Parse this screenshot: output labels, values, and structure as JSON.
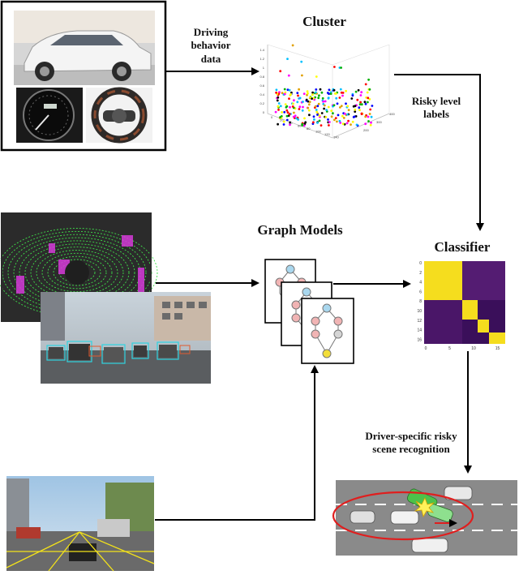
{
  "labels": {
    "cluster": "Cluster",
    "graph_models": "Graph Models",
    "classifier": "Classifier",
    "driving_behavior_data": [
      "Driving",
      "behavior",
      "data"
    ],
    "risky_level_labels": [
      "Risky level",
      "labels"
    ],
    "driver_specific": [
      "Driver-specific risky",
      "scene recognition"
    ]
  },
  "scatter_ticks": {
    "z": [
      "0",
      "0.2",
      "0.4",
      "0.6",
      "0.8",
      "1",
      "1.2",
      "1.4"
    ],
    "y": [
      "200",
      "300",
      "400"
    ],
    "x": [
      "0",
      "20",
      "40",
      "60",
      "80",
      "100",
      "120",
      "140"
    ]
  },
  "matrix_ticks": {
    "y": [
      "0",
      "2",
      "4",
      "6",
      "8",
      "10",
      "12",
      "14",
      "16"
    ],
    "x": [
      "0",
      "5",
      "10",
      "15"
    ]
  },
  "colors": {
    "matrix_bg": "#3a0f5a",
    "matrix_dark": "#541c72",
    "matrix_bright": "#f5dd1e",
    "lidar_bg": "#2b2b2b",
    "lidar_green": "#3fe04a",
    "lidar_magenta": "#d63ad9",
    "road_gray": "#8a8a8a",
    "node_blue": "#a9d7ee",
    "node_pink": "#f1b4b4",
    "node_yellow": "#f3de3a"
  }
}
